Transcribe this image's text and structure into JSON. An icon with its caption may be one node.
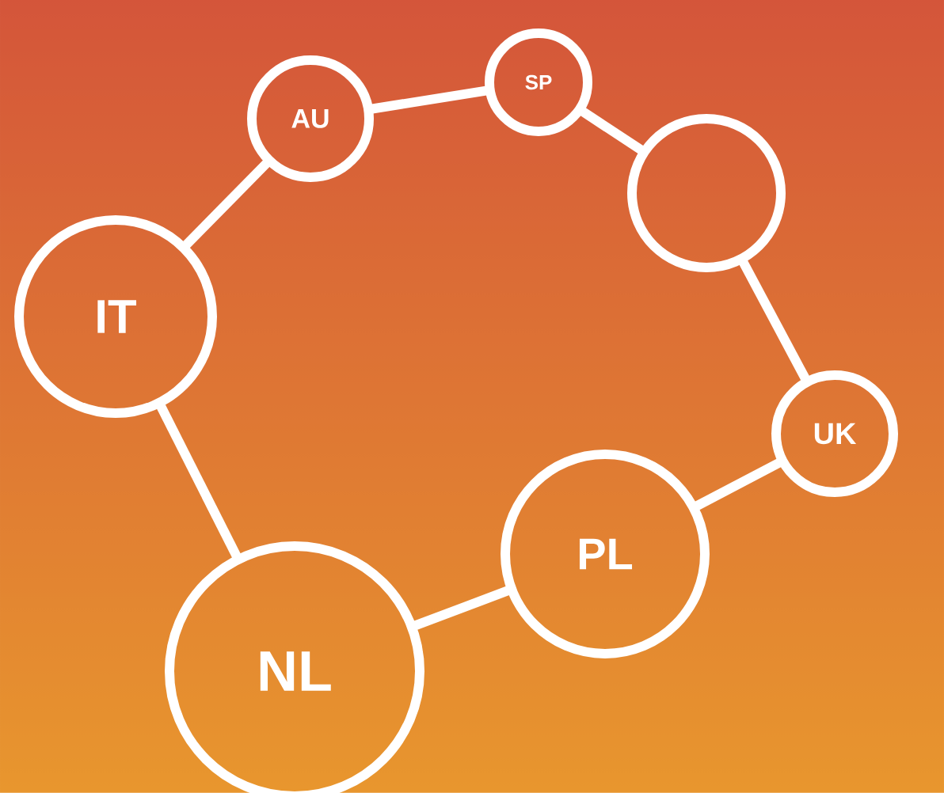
{
  "diagram": {
    "nodes": [
      {
        "text": [
          "SP"
        ]
      },
      {
        "text": [
          "AU"
        ]
      },
      {
        "text": [],
        "shape": "circle"
      },
      {
        "text": [
          "IT"
        ]
      },
      {
        "text": [
          "UK"
        ]
      },
      {
        "text": [
          "PL"
        ]
      },
      {
        "text": [
          "NL"
        ]
      }
    ],
    "edges": [
      {
        "from": 1,
        "to": 0,
        "arrow": "none"
      },
      {
        "from": 0,
        "to": 2,
        "arrow": "none"
      },
      {
        "from": 2,
        "to": 4,
        "arrow": "none"
      },
      {
        "from": 4,
        "to": 5,
        "arrow": "none"
      },
      {
        "from": 5,
        "to": 6,
        "arrow": "none"
      },
      {
        "from": 6,
        "to": 3,
        "arrow": "none"
      },
      {
        "from": 3,
        "to": 1,
        "arrow": "none"
      }
    ]
  }
}
